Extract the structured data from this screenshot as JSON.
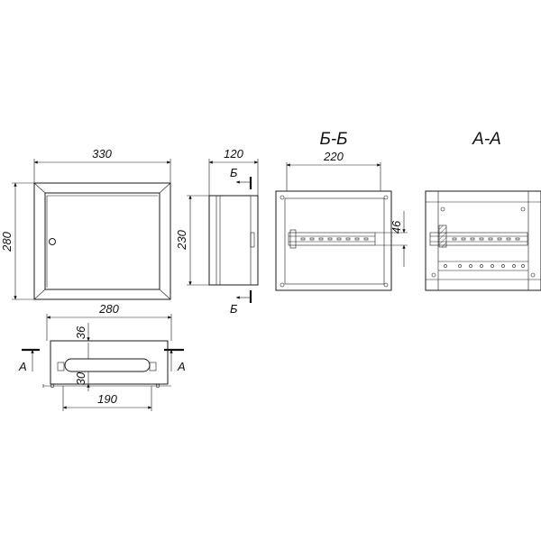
{
  "dimensions": {
    "front_width": "330",
    "front_height": "280",
    "side_depth": "120",
    "side_height": "230",
    "bb_width": "220",
    "bb_rail": "46",
    "bottom_width": "280",
    "bottom_opening_depth": "36",
    "bottom_opening_height": "30",
    "bottom_mount": "190"
  },
  "sections": {
    "bb_title": "Б-Б",
    "aa_title": "А-А",
    "b_mark": "Б",
    "a_mark": "А"
  }
}
